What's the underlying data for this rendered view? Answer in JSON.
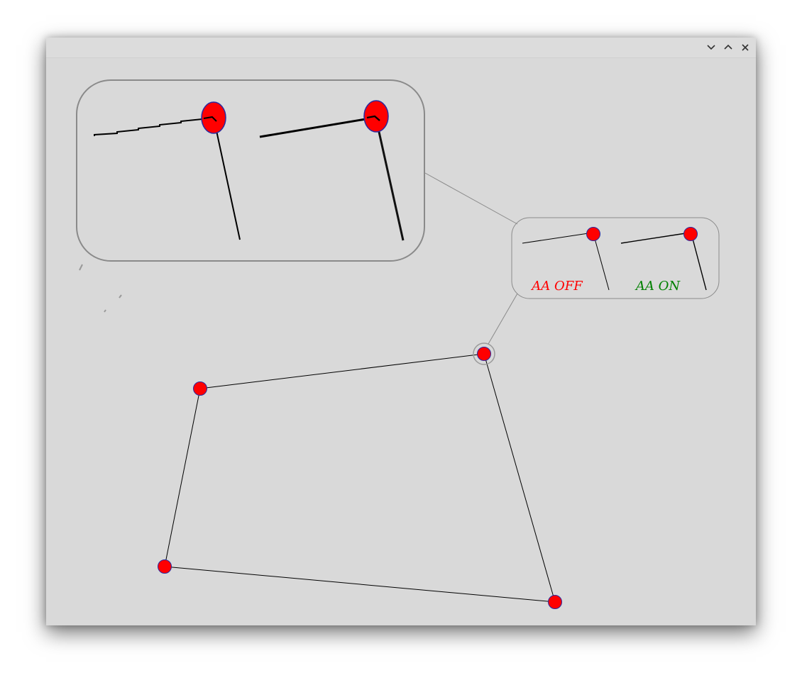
{
  "window": {
    "controls": {
      "minimize_icon": "chevron-down-icon",
      "maximize_icon": "chevron-up-icon",
      "close_icon": "close-icon"
    }
  },
  "inset": {
    "label_off": "AA OFF",
    "label_on": "AA ON",
    "label_off_color": "#ff0000",
    "label_on_color": "#008000"
  },
  "colors": {
    "background": "#d9d9d9",
    "node_fill": "#ff0000",
    "node_stroke": "#1a1aa8",
    "edge": "#000000",
    "callout": "#8a8a8a"
  },
  "polygon": {
    "node_count": 4,
    "selected_node": "top-right"
  }
}
